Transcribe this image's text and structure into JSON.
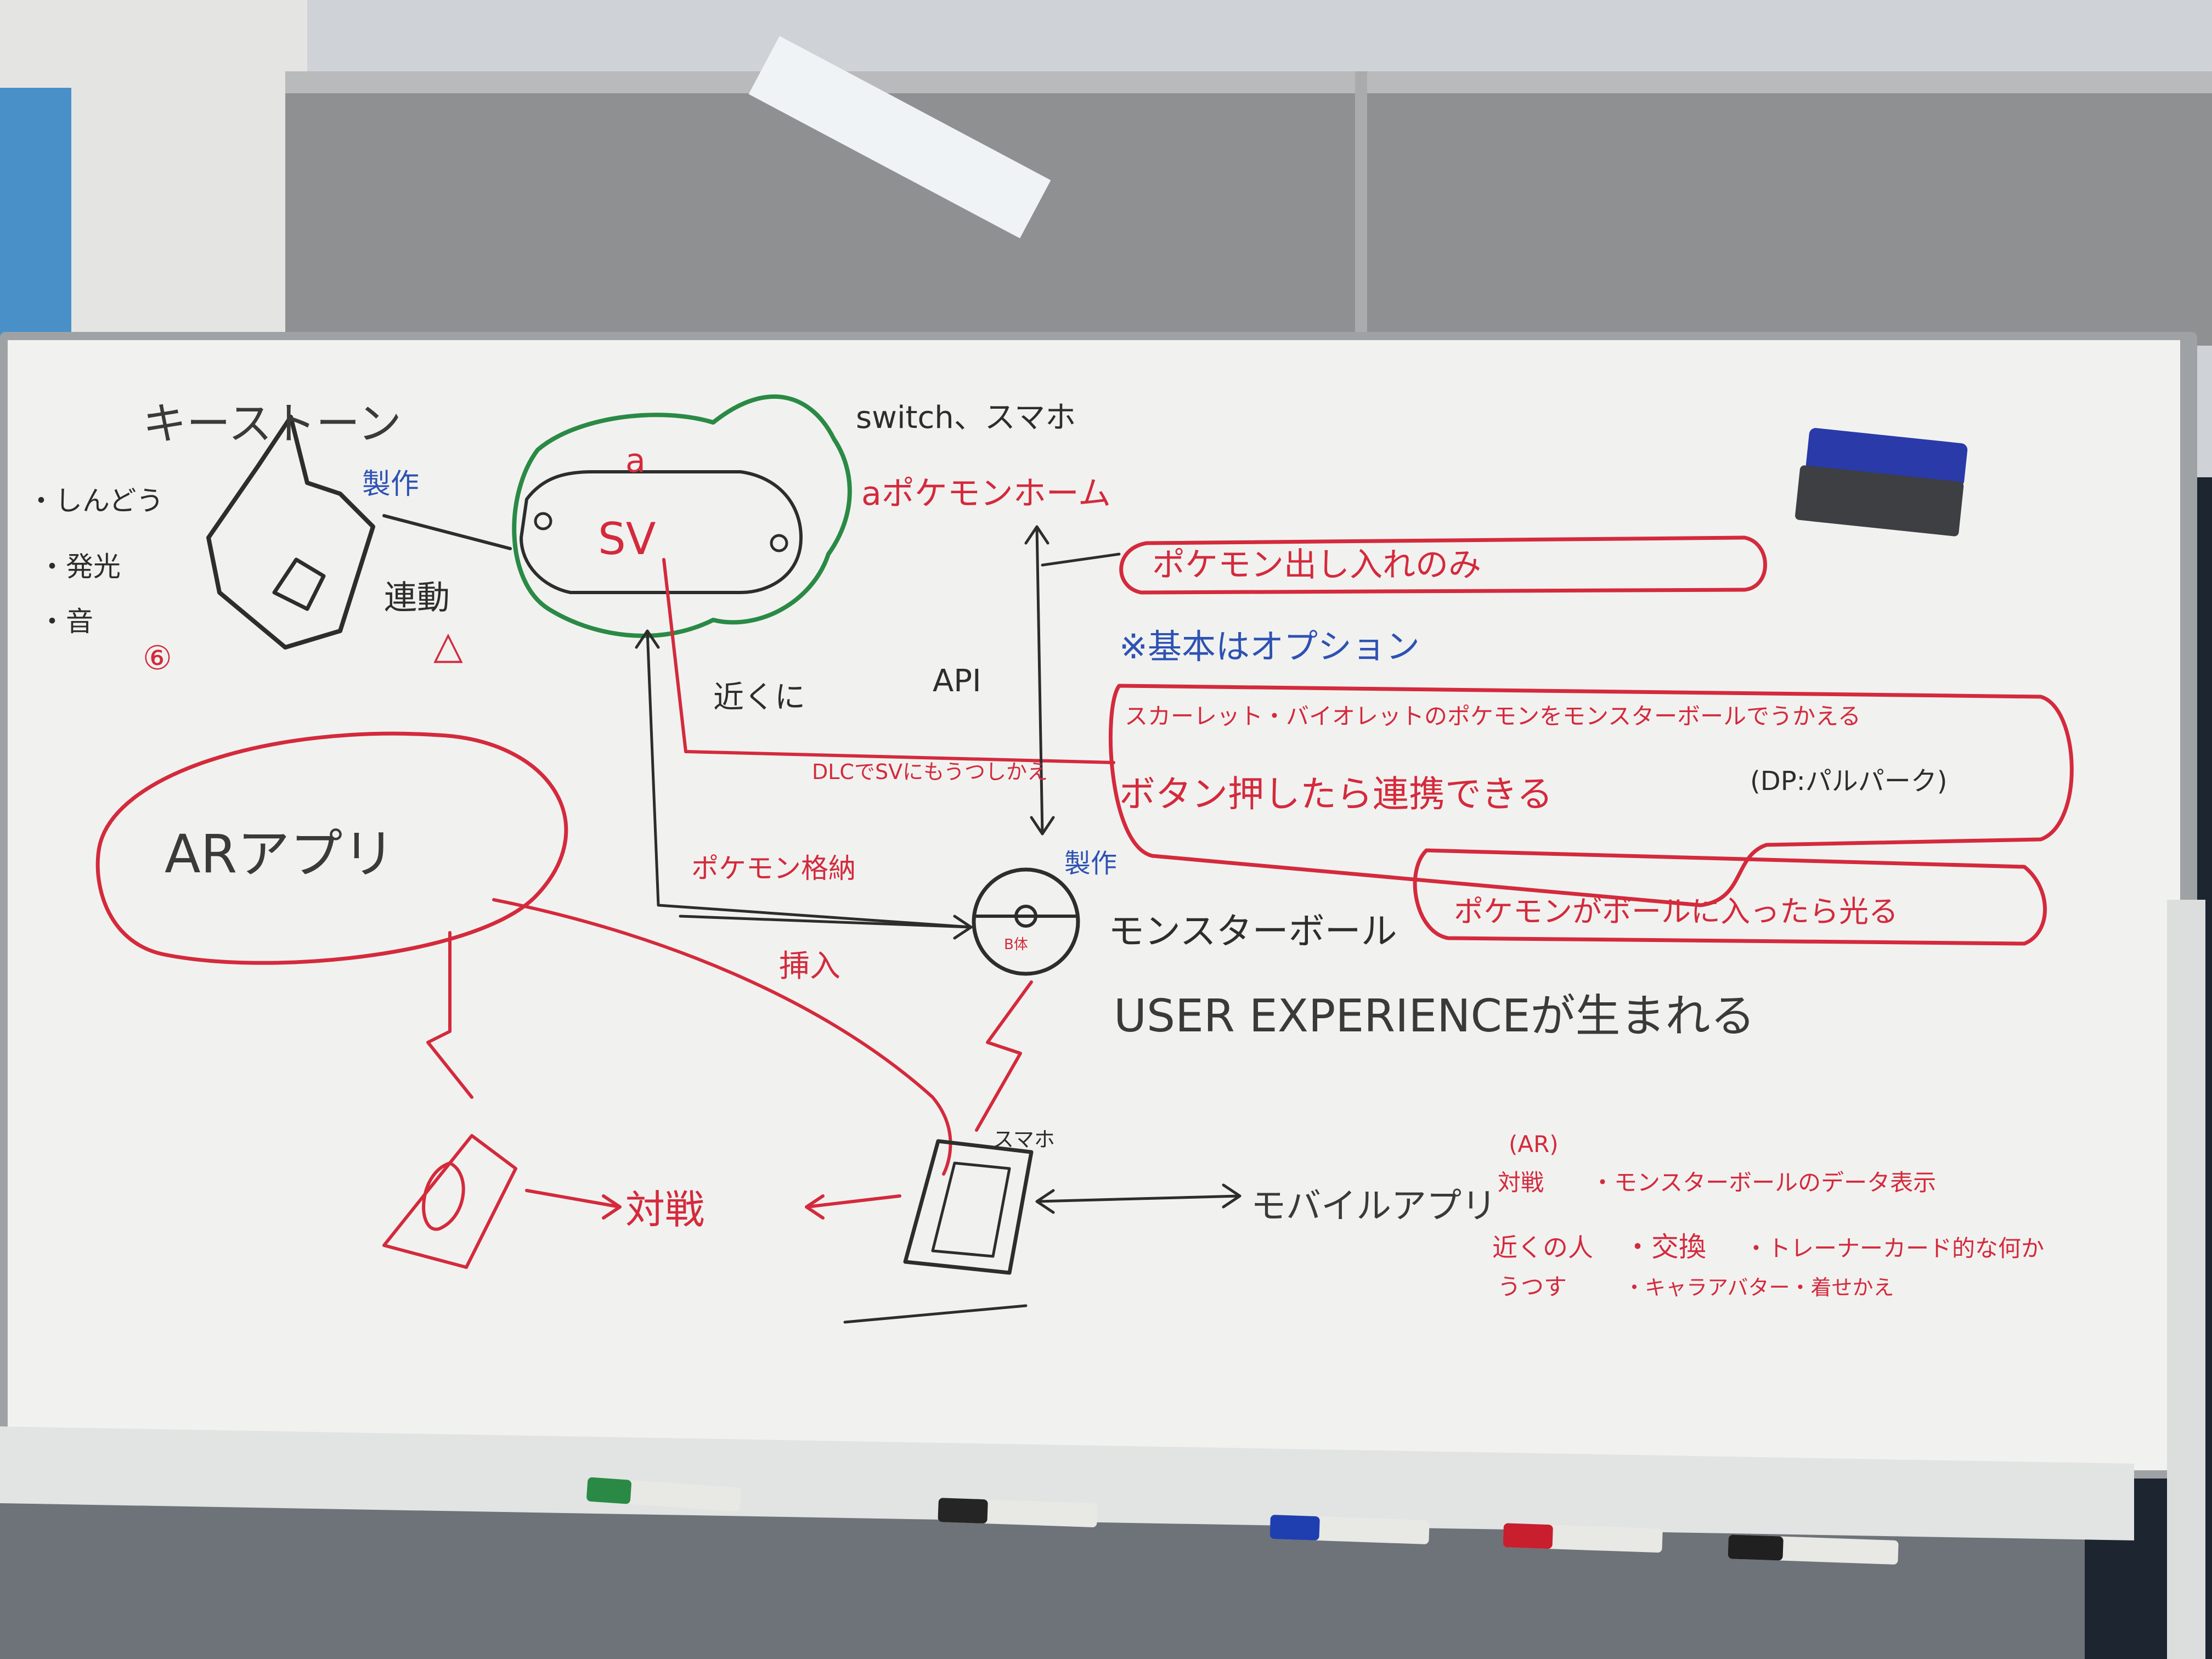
{
  "board": {
    "keystone": "キーストーン",
    "keystone_made": "製作",
    "features": [
      "・しんどう",
      "・発光",
      "・音"
    ],
    "six": "⑥",
    "linked": "連動",
    "triangle": "△",
    "device_a": "a",
    "device_sv": "SV",
    "switch_smaho": "switch、スマホ",
    "home": "aポケモンホーム",
    "home_note": "ポケモン出し入れのみ",
    "basic_option": "※基本はオプション",
    "near": "近くに",
    "api": "API",
    "dlc": "DLCでSVにもうつしかえ",
    "scarlet": "スカーレット・バイオレットのポケモンをモンスターボールでうかえる",
    "dp": "(DP:パルパーク)",
    "button": "ボタン押したら連携できる",
    "pokemon_ball_light": "ポケモンがボールに入ったら光る",
    "made2": "製作",
    "ball": "モンスターボール",
    "ball_center": "B体",
    "store": "ポケモン格納",
    "insert": "挿入",
    "ar_app": "ARアプリ",
    "ux": "USER EXPERIENCEが生まれる",
    "battle": "対戦",
    "smaho": "スマホ",
    "mobile_app": "モバイルアプリ",
    "ar_label": "(AR)",
    "ar_battle": "対戦",
    "ball_data": "・モンスターボールのデータ表示",
    "nearby": "近くの人",
    "exchange": "・交換",
    "trainer": "・トレーナーカード的な何か",
    "utsushi": "うつす",
    "avatar": "・キャラアバター・着せかえ"
  },
  "colors": {
    "red": "#d42a3c",
    "blue": "#2e52b3",
    "green": "#2a8a45",
    "black": "#2d2d2d"
  }
}
